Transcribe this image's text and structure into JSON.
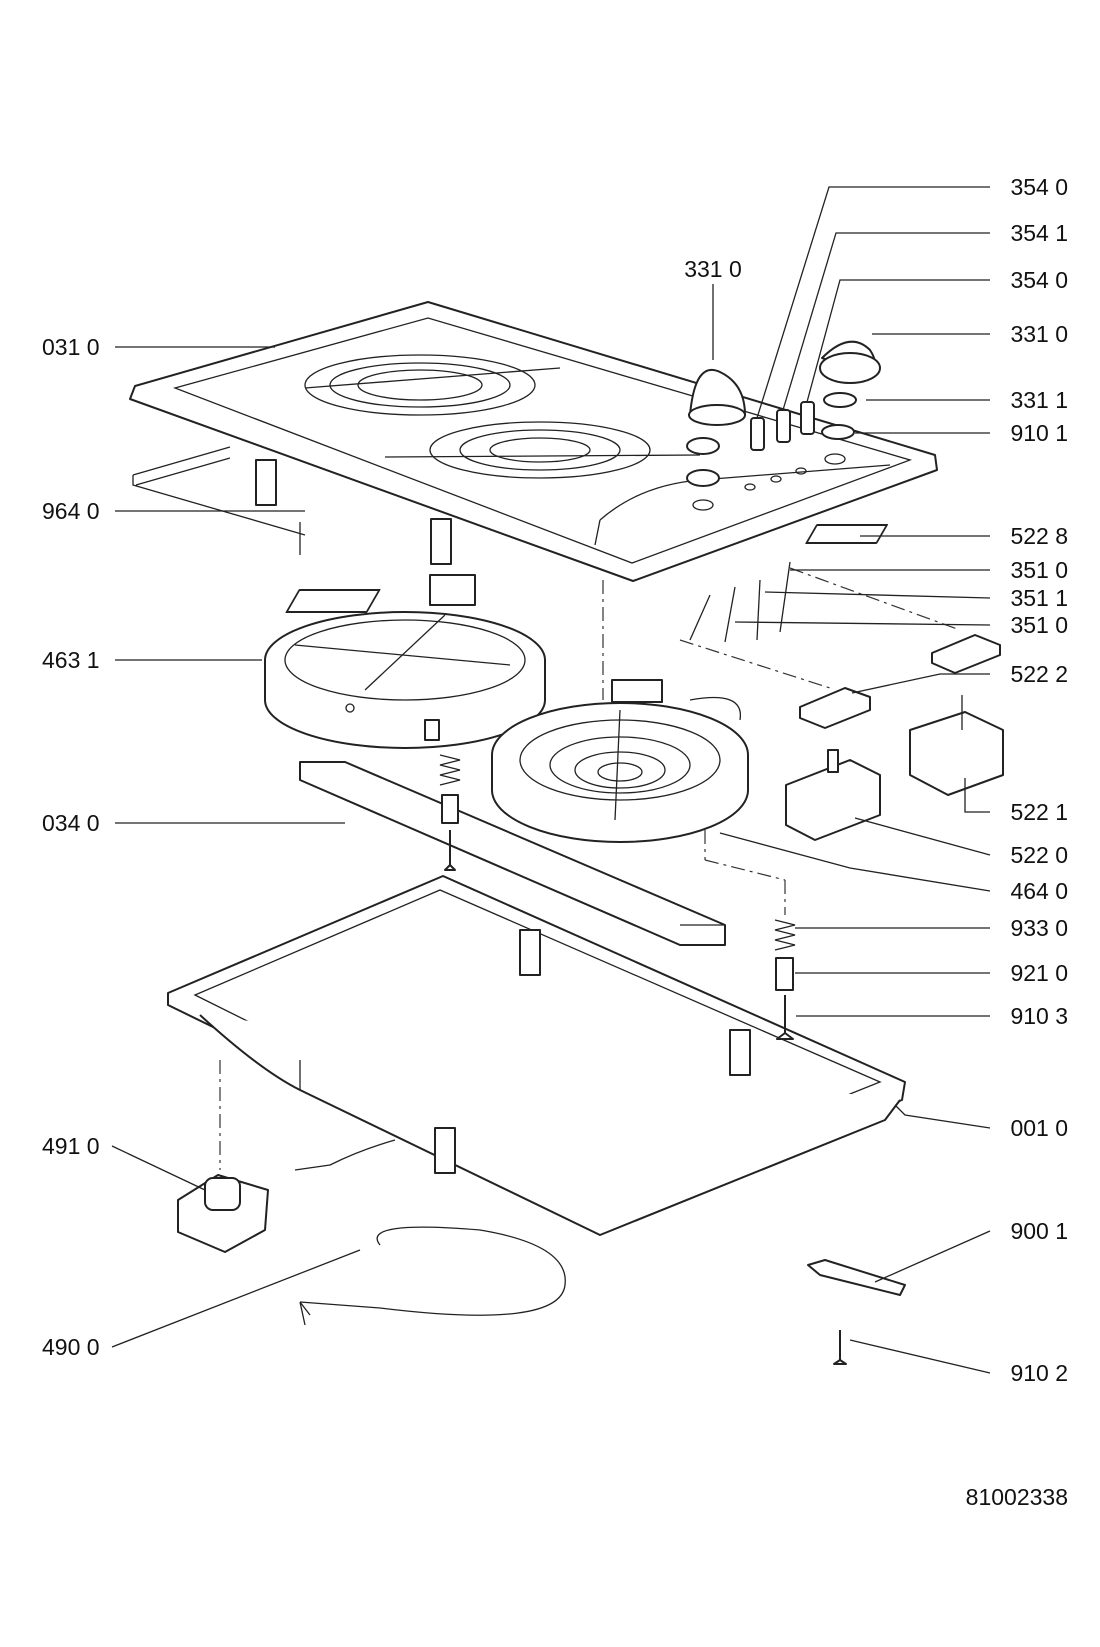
{
  "diagram": {
    "document_number": "81002338",
    "labels": {
      "p3540a": "354 0",
      "p3541": "354 1",
      "p3540b": "354 0",
      "p3310top": "331 0",
      "p3310r": "331 0",
      "p3311": "331 1",
      "p9101": "910 1",
      "p0310": "031 0",
      "p9640": "964 0",
      "p5228": "522 8",
      "p3510a": "351 0",
      "p3511": "351 1",
      "p3510b": "351 0",
      "p4631": "463 1",
      "p5222": "522 2",
      "p0340": "034 0",
      "p5221": "522 1",
      "p5220": "522 0",
      "p4640": "464 0",
      "p9330": "933 0",
      "p9210": "921 0",
      "p9103": "910 3",
      "p0010": "001 0",
      "p4910": "491 0",
      "p9001": "900 1",
      "p4900": "490 0",
      "p9102": "910 2"
    }
  }
}
